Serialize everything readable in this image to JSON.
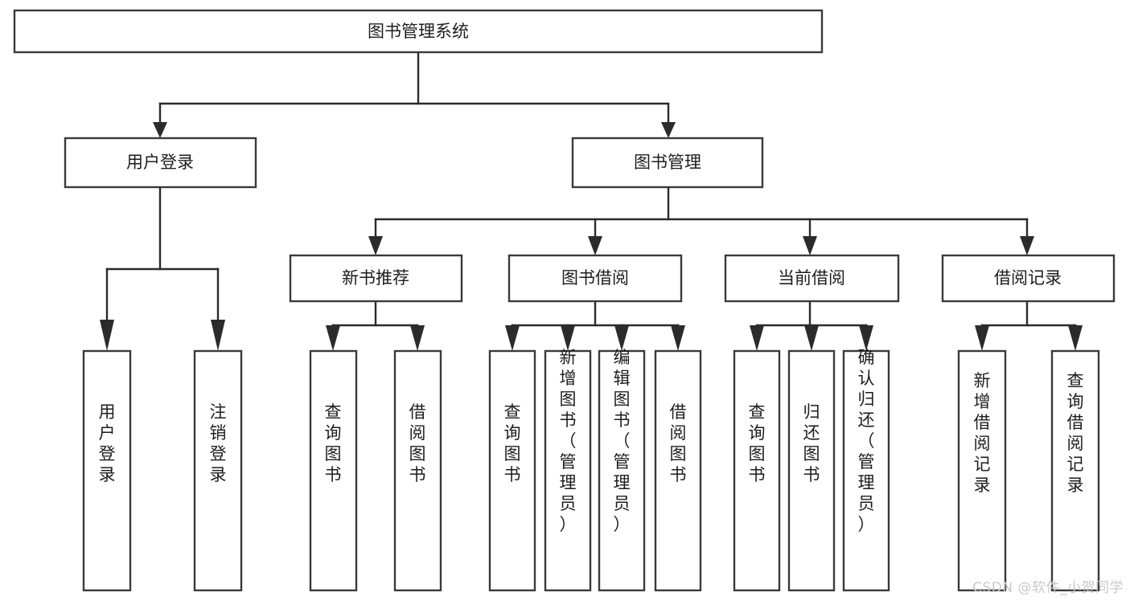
{
  "diagram": {
    "type": "tree-hierarchy",
    "title": "图书管理系统",
    "orientation": "top-down",
    "background_color": "#ffffff",
    "line_color": "#2b2b2b",
    "box_fill": "#ffffff",
    "box_stroke": "#3a3a3a",
    "text_color": "#1d1d1d",
    "root": {
      "id": "root",
      "label": "图书管理系统",
      "orientation": "horizontal"
    },
    "level2": [
      {
        "id": "user-login",
        "label": "用户登录",
        "orientation": "horizontal"
      },
      {
        "id": "book-manage",
        "label": "图书管理",
        "orientation": "horizontal"
      }
    ],
    "level3": [
      {
        "id": "new-book-recommend",
        "label": "新书推荐",
        "orientation": "horizontal",
        "parent": "book-manage"
      },
      {
        "id": "book-borrow",
        "label": "图书借阅",
        "orientation": "horizontal",
        "parent": "book-manage"
      },
      {
        "id": "current-borrow",
        "label": "当前借阅",
        "orientation": "horizontal",
        "parent": "book-manage"
      },
      {
        "id": "borrow-record",
        "label": "借阅记录",
        "orientation": "horizontal",
        "parent": "book-manage"
      }
    ],
    "leaves": [
      {
        "id": "leaf-user-login",
        "label": "用户登录",
        "orientation": "vertical",
        "parent": "user-login"
      },
      {
        "id": "leaf-user-logout",
        "label": "注销登录",
        "orientation": "vertical",
        "parent": "user-login"
      },
      {
        "id": "leaf-query-book-1",
        "label": "查询图书",
        "orientation": "vertical",
        "parent": "new-book-recommend"
      },
      {
        "id": "leaf-borrow-book-1",
        "label": "借阅图书",
        "orientation": "vertical",
        "parent": "new-book-recommend"
      },
      {
        "id": "leaf-query-book-2",
        "label": "查询图书",
        "orientation": "vertical",
        "parent": "book-borrow"
      },
      {
        "id": "leaf-add-book",
        "label": "新增图书（管理员）",
        "orientation": "vertical",
        "parent": "book-borrow"
      },
      {
        "id": "leaf-edit-book",
        "label": "编辑图书（管理员）",
        "orientation": "vertical",
        "parent": "book-borrow"
      },
      {
        "id": "leaf-borrow-book-2",
        "label": "借阅图书",
        "orientation": "vertical",
        "parent": "book-borrow"
      },
      {
        "id": "leaf-query-book-3",
        "label": "查询图书",
        "orientation": "vertical",
        "parent": "current-borrow"
      },
      {
        "id": "leaf-return-book",
        "label": "归还图书",
        "orientation": "vertical",
        "parent": "current-borrow"
      },
      {
        "id": "leaf-confirm-return",
        "label": "确认归还（管理员）",
        "orientation": "vertical",
        "parent": "current-borrow"
      },
      {
        "id": "leaf-add-record",
        "label": "新增借阅记录",
        "orientation": "vertical",
        "parent": "borrow-record"
      },
      {
        "id": "leaf-query-record",
        "label": "查询借阅记录",
        "orientation": "vertical",
        "parent": "borrow-record"
      }
    ]
  },
  "watermark": {
    "text": "CSDN @软件_小贺同学"
  }
}
